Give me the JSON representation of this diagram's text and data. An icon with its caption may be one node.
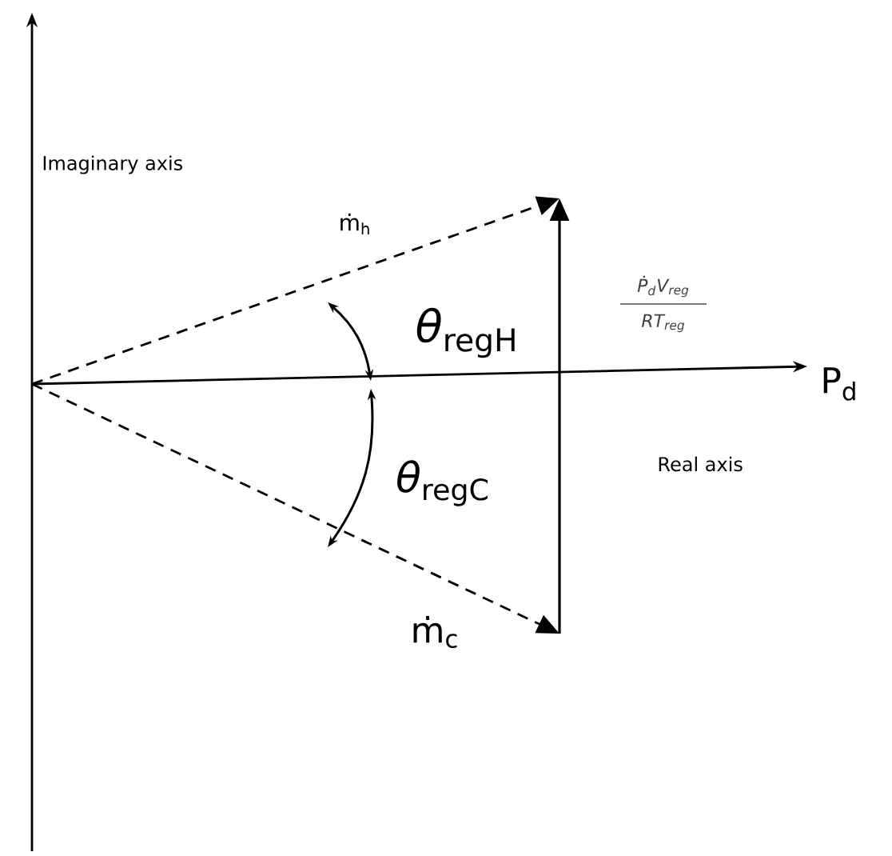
{
  "diagram": {
    "labels": [
      "Imaginary axis",
      "ṁ$_{h}$",
      "*θ*$_{regH}$",
      "Ṗ$_{d}$V$_{reg}$",
      "RT$_{reg}$",
      "P$_{d}$",
      "Real axis",
      "*θ*$_{regC}$",
      "ṁ$_{c}$"
    ]
  }
}
